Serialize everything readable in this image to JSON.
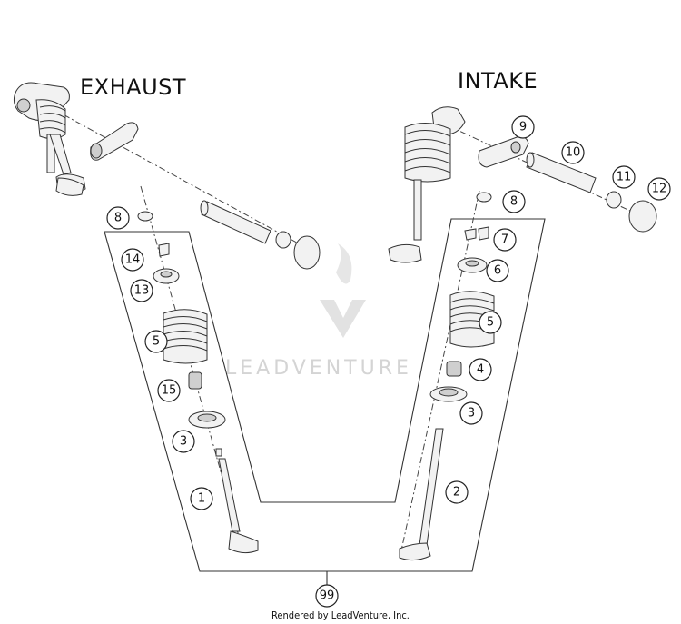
{
  "labels": {
    "exhaust": "EXHAUST",
    "intake": "INTAKE",
    "watermark": "LEADVENTURE",
    "footer": "Rendered by LeadVenture, Inc."
  },
  "callouts": [
    {
      "num": "8"
    },
    {
      "num": "14"
    },
    {
      "num": "13"
    },
    {
      "num": "5"
    },
    {
      "num": "15"
    },
    {
      "num": "3"
    },
    {
      "num": "1"
    },
    {
      "num": "9"
    },
    {
      "num": "10"
    },
    {
      "num": "11"
    },
    {
      "num": "12"
    },
    {
      "num": "8"
    },
    {
      "num": "7"
    },
    {
      "num": "6"
    },
    {
      "num": "5"
    },
    {
      "num": "4"
    },
    {
      "num": "3"
    },
    {
      "num": "2"
    },
    {
      "num": "99"
    }
  ]
}
